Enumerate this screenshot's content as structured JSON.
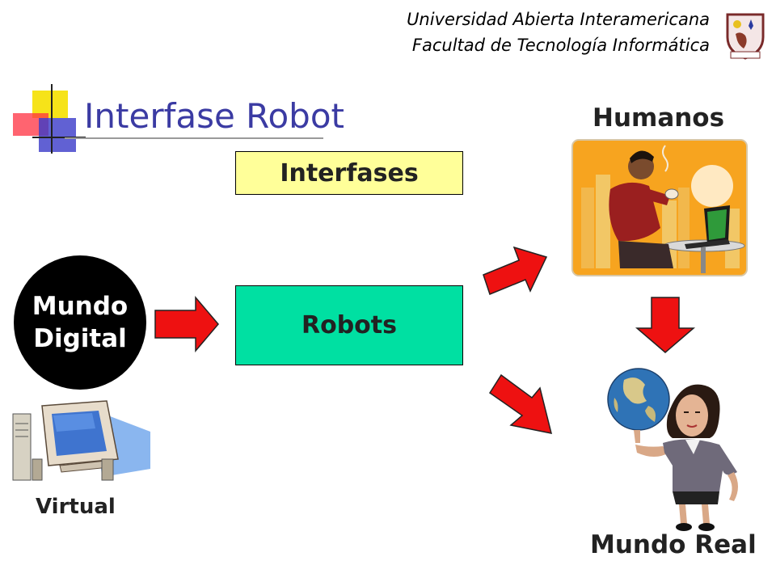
{
  "header": {
    "university": "Universidad Abierta Interamericana",
    "faculty": "Facultad de Tecnología Informática"
  },
  "slide": {
    "title": "Interfase Robot"
  },
  "diagram": {
    "interfaces_box": "Interfases",
    "robots_box": "Robots",
    "digital_world": [
      "Mundo",
      "Digital"
    ],
    "virtual_label": "Virtual",
    "humans_label": "Humanos",
    "real_world_label": "Mundo Real"
  },
  "colors": {
    "title": "#3b3ba3",
    "interfaces_fill": "#ffff99",
    "robots_fill": "#00e0a2",
    "arrow_fill": "#ee1111"
  }
}
